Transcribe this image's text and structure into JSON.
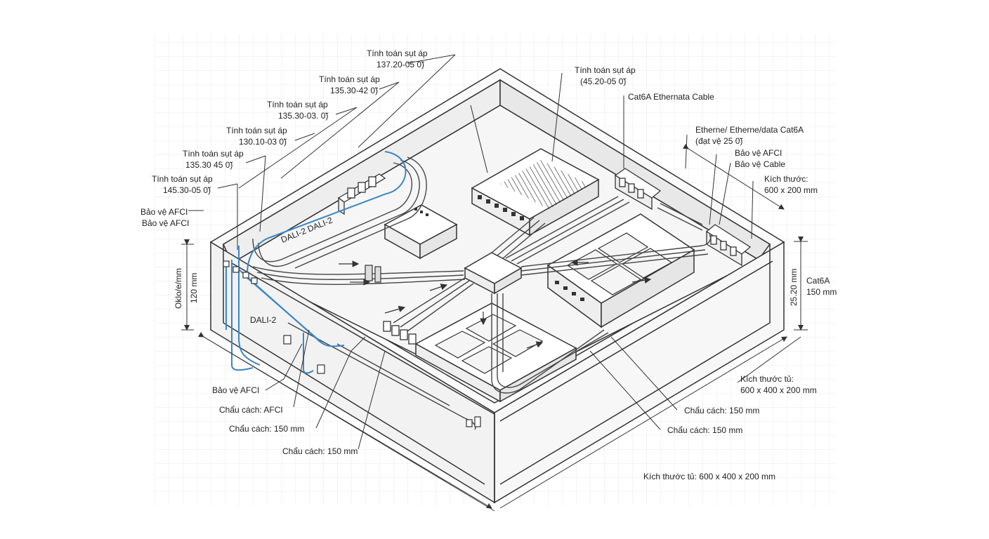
{
  "diagram": {
    "callouts_left": [
      {
        "line1": "Tính toán sụt áp",
        "line2": "137.20-05 0̃)"
      },
      {
        "line1": "Tính toán sụt áp",
        "line2": "135.30-42 0̃)"
      },
      {
        "line1": "Tính toán sụt áp",
        "line2": "135.30-03. 0̃)"
      },
      {
        "line1": "Tính toán sụt áp",
        "line2": "130.10-03 0̃)"
      },
      {
        "line1": "Tính toán sụt áp",
        "line2": "135.30 45 0̃)"
      },
      {
        "line1": "Tính toán sụt áp",
        "line2": "145.30-05 0̃)"
      }
    ],
    "afci_left": {
      "line1": "Bảo vệ AFCI",
      "line2": "Bảo vệ AFCI"
    },
    "callout_top_right": {
      "line1": "Tính toán sụt áp",
      "line2": "(45.20-05 0̃)"
    },
    "cat6a_cable": "Cat6A Ethernata Cable",
    "ethernet_label": {
      "line1": "Etherne/ Etherne/data Cat6A",
      "line2": "(đạt vệ 25 0̃)"
    },
    "afci_right": {
      "line1": "Bảo vệ AFCI",
      "line2": "Bảo vệ Cable"
    },
    "dim_right_top": {
      "line1": "Kích thước:",
      "line2": "600 x 200 mm"
    },
    "dim_left_vertical": {
      "line1": "Oklo/e/mm",
      "line2": "120 mm"
    },
    "dim_right_vertical": "25.20 mm",
    "cat6a_right": {
      "line1": "Cat6A",
      "line2": "150 mm"
    },
    "dali_labels": [
      "DALI-2 DALI-2",
      "DALI-2"
    ],
    "bottom_left_labels": [
      "Bảo vệ AFCI",
      "Chẩu cách: AFCI",
      "Chẩu cách: 150 mm",
      "Chẩu cách: 150 mm"
    ],
    "bottom_right_labels": [
      "Chẩu cách: 150 mm",
      "Chẩu cách: 150 mm"
    ],
    "cabinet_size_right": {
      "line1": "Kích thước tủ:",
      "line2": "600 x 400 x 200 mm"
    },
    "cabinet_size_bottom": "Kích thước tủ: 600 x 400 x 200 mm",
    "colors": {
      "line": "#333333",
      "blue_cable": "#3a86c8",
      "grid": "#e6e6e6",
      "panel": "#f4f4f4"
    }
  }
}
